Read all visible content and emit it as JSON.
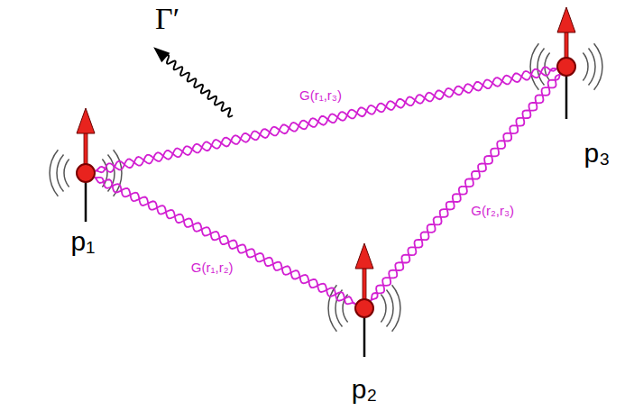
{
  "diagram": {
    "nodes": [
      {
        "text": [
          "p₁"
        ]
      },
      {
        "text": [
          "p₂"
        ]
      },
      {
        "text": [
          "p₃"
        ]
      }
    ],
    "edges": [
      {
        "from": 0,
        "to": 2,
        "arrow": "none",
        "label": "G(r₁,r₃)"
      },
      {
        "from": 0,
        "to": 1,
        "arrow": "none",
        "label": "G(r₁,r₂)"
      },
      {
        "from": 1,
        "to": 2,
        "arrow": "none",
        "label": "G(r₂,r₃)"
      }
    ],
    "labels": [
      "Γ′"
    ]
  }
}
